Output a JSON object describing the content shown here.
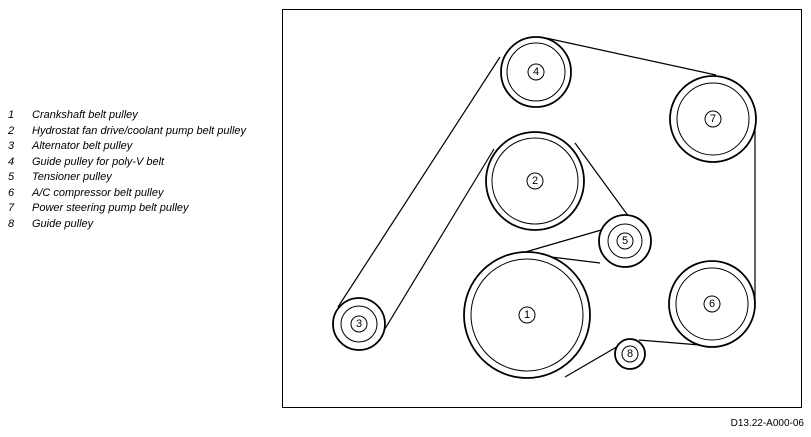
{
  "legend": [
    {
      "num": "1",
      "text": "Crankshaft belt pulley"
    },
    {
      "num": "2",
      "text": "Hydrostat fan drive/coolant pump belt pulley"
    },
    {
      "num": "3",
      "text": "Alternator belt pulley"
    },
    {
      "num": "4",
      "text": "Guide pulley for poly-V belt"
    },
    {
      "num": "5",
      "text": "Tensioner pulley"
    },
    {
      "num": "6",
      "text": "A/C compressor belt pulley"
    },
    {
      "num": "7",
      "text": "Power steering pump belt pulley"
    },
    {
      "num": "8",
      "text": "Guide pulley"
    }
  ],
  "pulleys": [
    {
      "label": "1"
    },
    {
      "label": "2"
    },
    {
      "label": "3"
    },
    {
      "label": "4"
    },
    {
      "label": "5"
    },
    {
      "label": "6"
    },
    {
      "label": "7"
    },
    {
      "label": "8"
    }
  ],
  "caption": "D13.22-A000-06"
}
